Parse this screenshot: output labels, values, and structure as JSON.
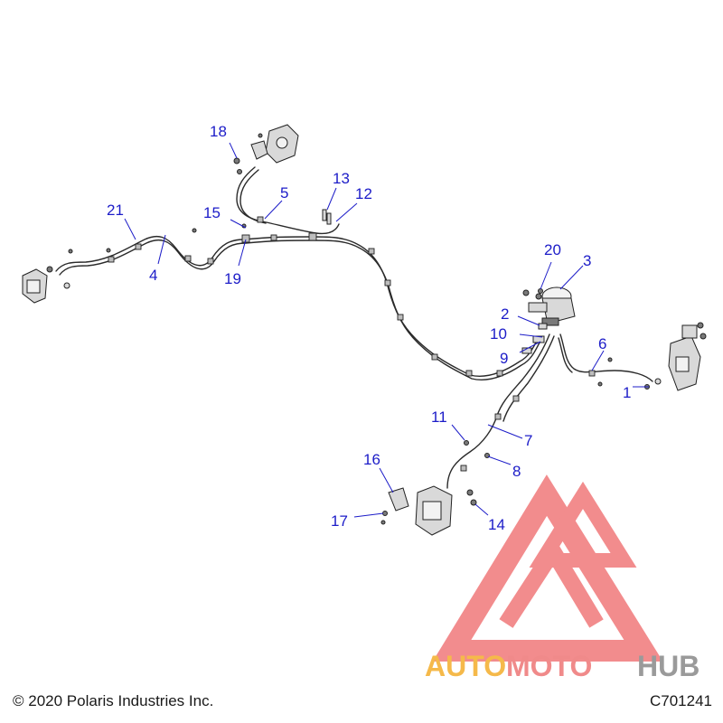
{
  "callouts": [
    {
      "id": "c1",
      "label": "1"
    },
    {
      "id": "c2",
      "label": "2"
    },
    {
      "id": "c3",
      "label": "3"
    },
    {
      "id": "c4",
      "label": "4"
    },
    {
      "id": "c5",
      "label": "5"
    },
    {
      "id": "c6",
      "label": "6"
    },
    {
      "id": "c7",
      "label": "7"
    },
    {
      "id": "c8",
      "label": "8"
    },
    {
      "id": "c9",
      "label": "9"
    },
    {
      "id": "c10",
      "label": "10"
    },
    {
      "id": "c11",
      "label": "11"
    },
    {
      "id": "c12",
      "label": "12"
    },
    {
      "id": "c13",
      "label": "13"
    },
    {
      "id": "c14",
      "label": "14"
    },
    {
      "id": "c15",
      "label": "15"
    },
    {
      "id": "c16",
      "label": "16"
    },
    {
      "id": "c17",
      "label": "17"
    },
    {
      "id": "c18",
      "label": "18"
    },
    {
      "id": "c19",
      "label": "19"
    },
    {
      "id": "c20",
      "label": "20"
    },
    {
      "id": "c21",
      "label": "21"
    }
  ],
  "footer": {
    "copyright": "© 2020 Polaris Industries Inc.",
    "code": "C701241"
  },
  "watermark": {
    "part1": "AUTO",
    "part2": "MOTO",
    "part3": "HUB",
    "color_auto": "#f5b94a",
    "color_moto": "#f08a8a",
    "color_hub": "#9a9a9a",
    "color_logo": "#f0787a"
  }
}
